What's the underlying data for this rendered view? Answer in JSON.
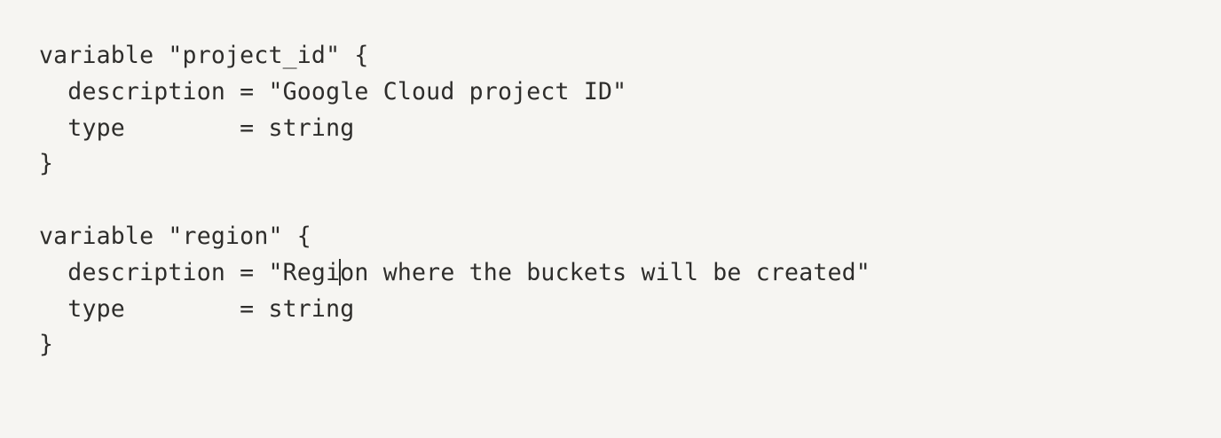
{
  "editor": {
    "lines": [
      "variable \"project_id\" {",
      "  description = \"Google Cloud project ID\"",
      "  type        = string",
      "}",
      "",
      "variable \"region\" {",
      "  description = \"Regi",
      "on where the buckets will be created\"",
      "  type        = string",
      "}"
    ],
    "cursor": {
      "line": 7,
      "column": 21
    },
    "colors": {
      "background": "#f6f5f2",
      "text": "#2e2d2b"
    }
  }
}
